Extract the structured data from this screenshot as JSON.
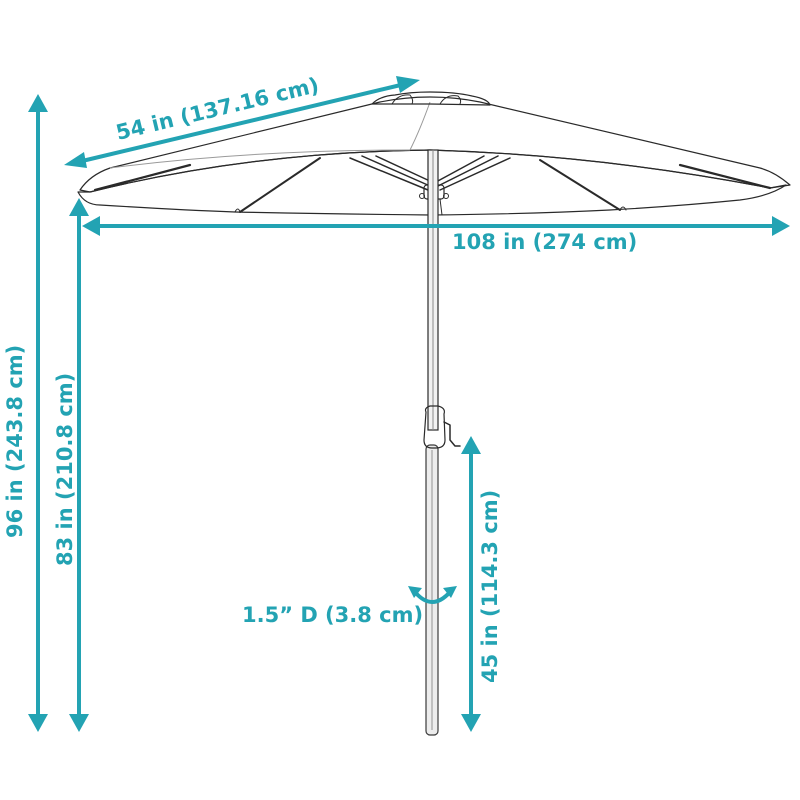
{
  "diagram": {
    "subject": "patio market umbrella",
    "accent_color": "#23a3b3",
    "dimensions": {
      "rib_length": "54 in (137.16 cm)",
      "canopy_span": "108 in (274 cm)",
      "total_height": "96 in (243.8 cm)",
      "clearance_height": "83 in (210.8 cm)",
      "crank_height": "45 in (114.3 cm)",
      "pole_diameter": "1.5” D (3.8 cm)"
    },
    "parts": [
      "canopy",
      "vent",
      "ribs",
      "hub",
      "pole",
      "crank-handle"
    ]
  }
}
